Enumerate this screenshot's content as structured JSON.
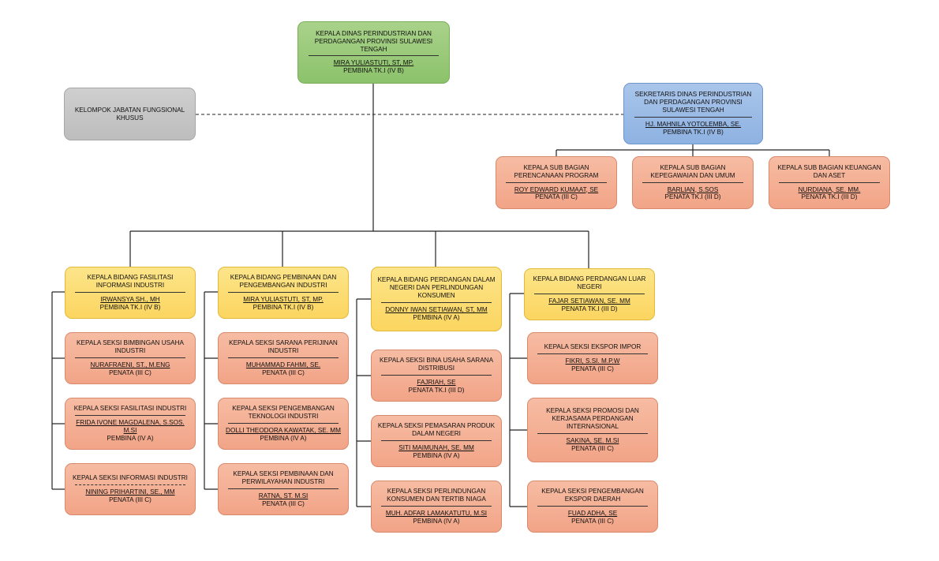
{
  "head": {
    "title": "KEPALA DINAS PERINDUSTRIAN DAN PERDAGANGAN PROVINSI SULAWESI TENGAH",
    "name": "MIRA YULIASTUTI, ST, MP.",
    "rank": "PEMBINA Tk.I  (IV B)"
  },
  "functional": {
    "title": "KELOMPOK JABATAN FUNGSIONAL KHUSUS"
  },
  "secretary": {
    "title": "SEKRETARIS DINAS PERINDUSTRIAN DAN PERDAGANGAN PROVINSI SULAWESI TENGAH",
    "name": "Hj. MAHNILA YOTOLEMBA, SE.",
    "rank": "PEMBINA Tk.I (IV B)"
  },
  "subbag": [
    {
      "title": "KEPALA SUB BAGIAN PERENCANAAN PROGRAM",
      "name": "ROY EDWARD KUMAAT, SE",
      "rank": "PENATA (III C)"
    },
    {
      "title": "KEPALA SUB BAGIAN KEPEGAWAIAN DAN UMUM",
      "name": "BARLIAN, S.Sos",
      "rank": "PENATA Tk.I (III D)"
    },
    {
      "title": "KEPALA SUB BAGIAN KEUANGAN DAN ASET",
      "name": "NURDIANA, SE. MM.",
      "rank": "PENATA Tk.I (III D)"
    }
  ],
  "bidang": [
    {
      "title": "KEPALA BIDANG FASILITASI INFORMASI INDUSTRI",
      "name": "IRWANSYA SH., MH",
      "rank": "PEMBINA Tk.I (IV B)",
      "seksi": [
        {
          "title": "KEPALA SEKSI BIMBINGAN USAHA INDUSTRI",
          "name": "NURAFRAENI, ST., M.Eng",
          "rank": "PENATA (III C)"
        },
        {
          "title": "KEPALA SEKSI FASILITASI INDUSTRI",
          "name": "FRIDA IVONE MAGDALENA, S.Sos. M.Si",
          "rank": "PEMBINA (IV A)"
        },
        {
          "title": "KEPALA SEKSI  INFORMASI INDUSTRI",
          "name": "NINING PRIHARTINI, SE., MM",
          "rank": "PENATA (III C)"
        }
      ]
    },
    {
      "title": "KEPALA BIDANG PEMBINAAN DAN PENGEMBANGAN INDUSTRI",
      "name": "MIRA YULIASTUTI, ST, MP.",
      "rank": "PEMBINA Tk.I  (IV B)",
      "seksi": [
        {
          "title": "KEPALA SEKSI SARANA PERIJINAN INDUSTRI",
          "name": "MUHAMMAD FAHMI, SE.",
          "rank": "PENATA (III C)"
        },
        {
          "title": "KEPALA SEKSI PENGEMBANGAN TEKNOLOGI INDUSTRI",
          "name": "DOLLI THEODORA KAWATAK, SE. MM",
          "rank": "PEMBINA (IV A)"
        },
        {
          "title": "KEPALA SEKSI  PEMBINAAN DAN PERWILAYAHAN  INDUSTRI",
          "name": "RATNA, ST. M.Si",
          "rank": "PENATA (III C)"
        }
      ]
    },
    {
      "title": "KEPALA BIDANG PERDANGAN DALAM NEGERI DAN PERLINDUNGAN KONSUMEN",
      "name": "DONNY IWAN SETIAWAN, ST, MM",
      "rank": "PEMBINA (IV A)",
      "seksi": [
        {
          "title": "KEPALA SEKSI  BINA USAHA  SARANA DISTRIBUSI",
          "name": "FAJRIAH, SE",
          "rank": "PENATA Tk.I (III D)"
        },
        {
          "title": "KEPALA SEKSI PEMASARAN PRODUK DALAM NEGERI",
          "name": "SITI MAIMUNAH, SE. MM",
          "rank": "PEMBINA (IV A)"
        },
        {
          "title": "KEPALA SEKSI  PERLINDUNGAN KONSUMEN DAN TERTIB NIAGA",
          "name": "MUH. ADFAR LAMAKATUTU, M.Si",
          "rank": "PEMBINA (IV A)"
        }
      ]
    },
    {
      "title": "KEPALA BIDANG PERDANGAN LUAR NEGERI",
      "name": "FAJAR SETIAWAN, SE. MM",
      "rank": "PENATA Tk.I (III D)",
      "seksi": [
        {
          "title": "KEPALA SEKSI  EKSPOR IMPOR",
          "name": "FIKRI, S.Si. M.P.W",
          "rank": "PENATA (III C)"
        },
        {
          "title": "KEPALA SEKSI PROMOSI DAN KERJASAMA PERDANGAN INTERNASIONAL",
          "name": "SAKINA, SE. M.Si",
          "rank": "PENATA (III C)"
        },
        {
          "title": "KEPALA SEKSI  PENGEMBANGAN EKSPOR DAERAH",
          "name": "FUAD ADHA, SE",
          "rank": "PENATA (III C)"
        }
      ]
    }
  ]
}
